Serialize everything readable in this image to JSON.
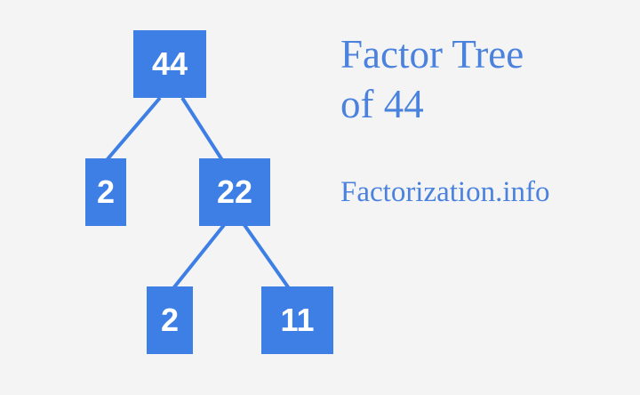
{
  "title": {
    "line1": "Factor Tree",
    "line2": "of 44"
  },
  "site": "Factorization.info",
  "tree": {
    "root": "44",
    "level1": {
      "left": "2",
      "right": "22"
    },
    "level2": {
      "left": "2",
      "right": "11"
    }
  },
  "colors": {
    "node_fill": "#3e7fe6",
    "node_text": "#ffffff",
    "edge": "#3e7fe6",
    "text_accent": "#4a82dd",
    "background": "#f4f4f4"
  }
}
